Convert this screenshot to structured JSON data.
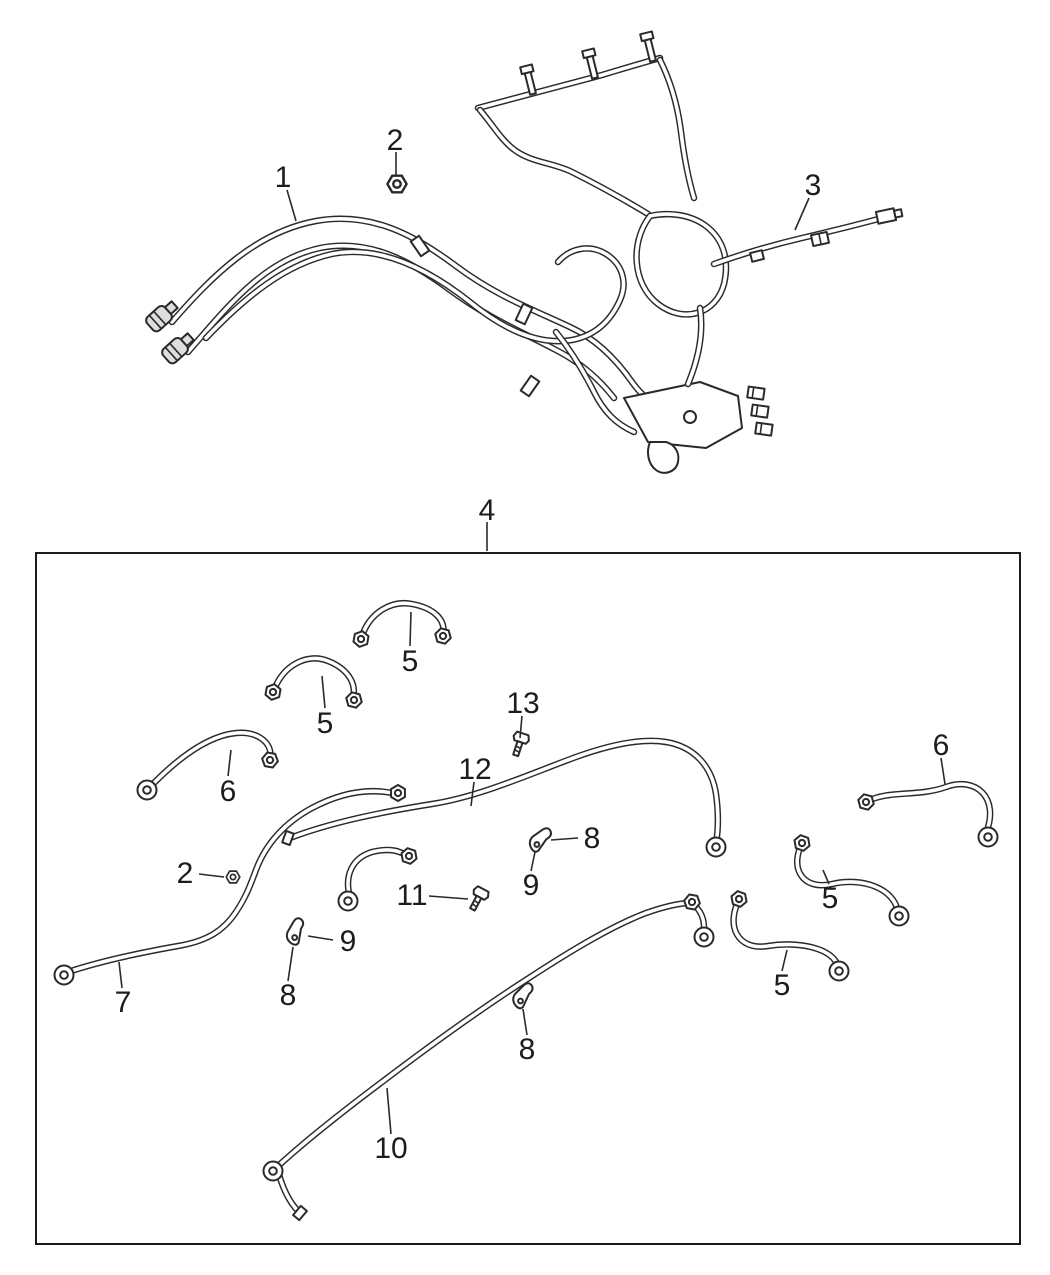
{
  "figure": {
    "type": "parts-line-diagram",
    "subject": "Fuel lines and injector pipes diagram with numbered callouts",
    "background_color": "#ffffff",
    "line_color": "#2a2a2a",
    "text_color": "#1c1c1c",
    "callouts": [
      {
        "label": "1"
      },
      {
        "label": "2"
      },
      {
        "label": "3"
      },
      {
        "label": "4"
      },
      {
        "label": "5"
      },
      {
        "label": "5"
      },
      {
        "label": "6"
      },
      {
        "label": "13"
      },
      {
        "label": "12"
      },
      {
        "label": "6"
      },
      {
        "label": "8"
      },
      {
        "label": "2"
      },
      {
        "label": "9"
      },
      {
        "label": "11"
      },
      {
        "label": "5"
      },
      {
        "label": "9"
      },
      {
        "label": "8"
      },
      {
        "label": "7"
      },
      {
        "label": "5"
      },
      {
        "label": "8"
      },
      {
        "label": "10"
      }
    ]
  }
}
